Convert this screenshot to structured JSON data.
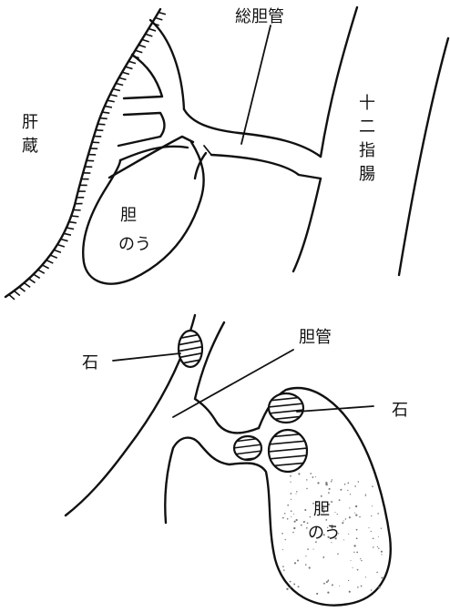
{
  "top_figure": {
    "common_bile_duct_label": "総胆管",
    "liver_label_line1": "肝",
    "liver_label_line2": "蔵",
    "duodenum_label_line1": "十",
    "duodenum_label_line2": "二",
    "duodenum_label_line3": "指",
    "duodenum_label_line4": "腸",
    "gallbladder_label_line1": "胆",
    "gallbladder_label_line2": "のう"
  },
  "bottom_figure": {
    "stone_label_left": "石",
    "bile_duct_label": "胆管",
    "stone_label_right": "石",
    "gallbladder_label_line1": "胆",
    "gallbladder_label_line2": "のう"
  }
}
